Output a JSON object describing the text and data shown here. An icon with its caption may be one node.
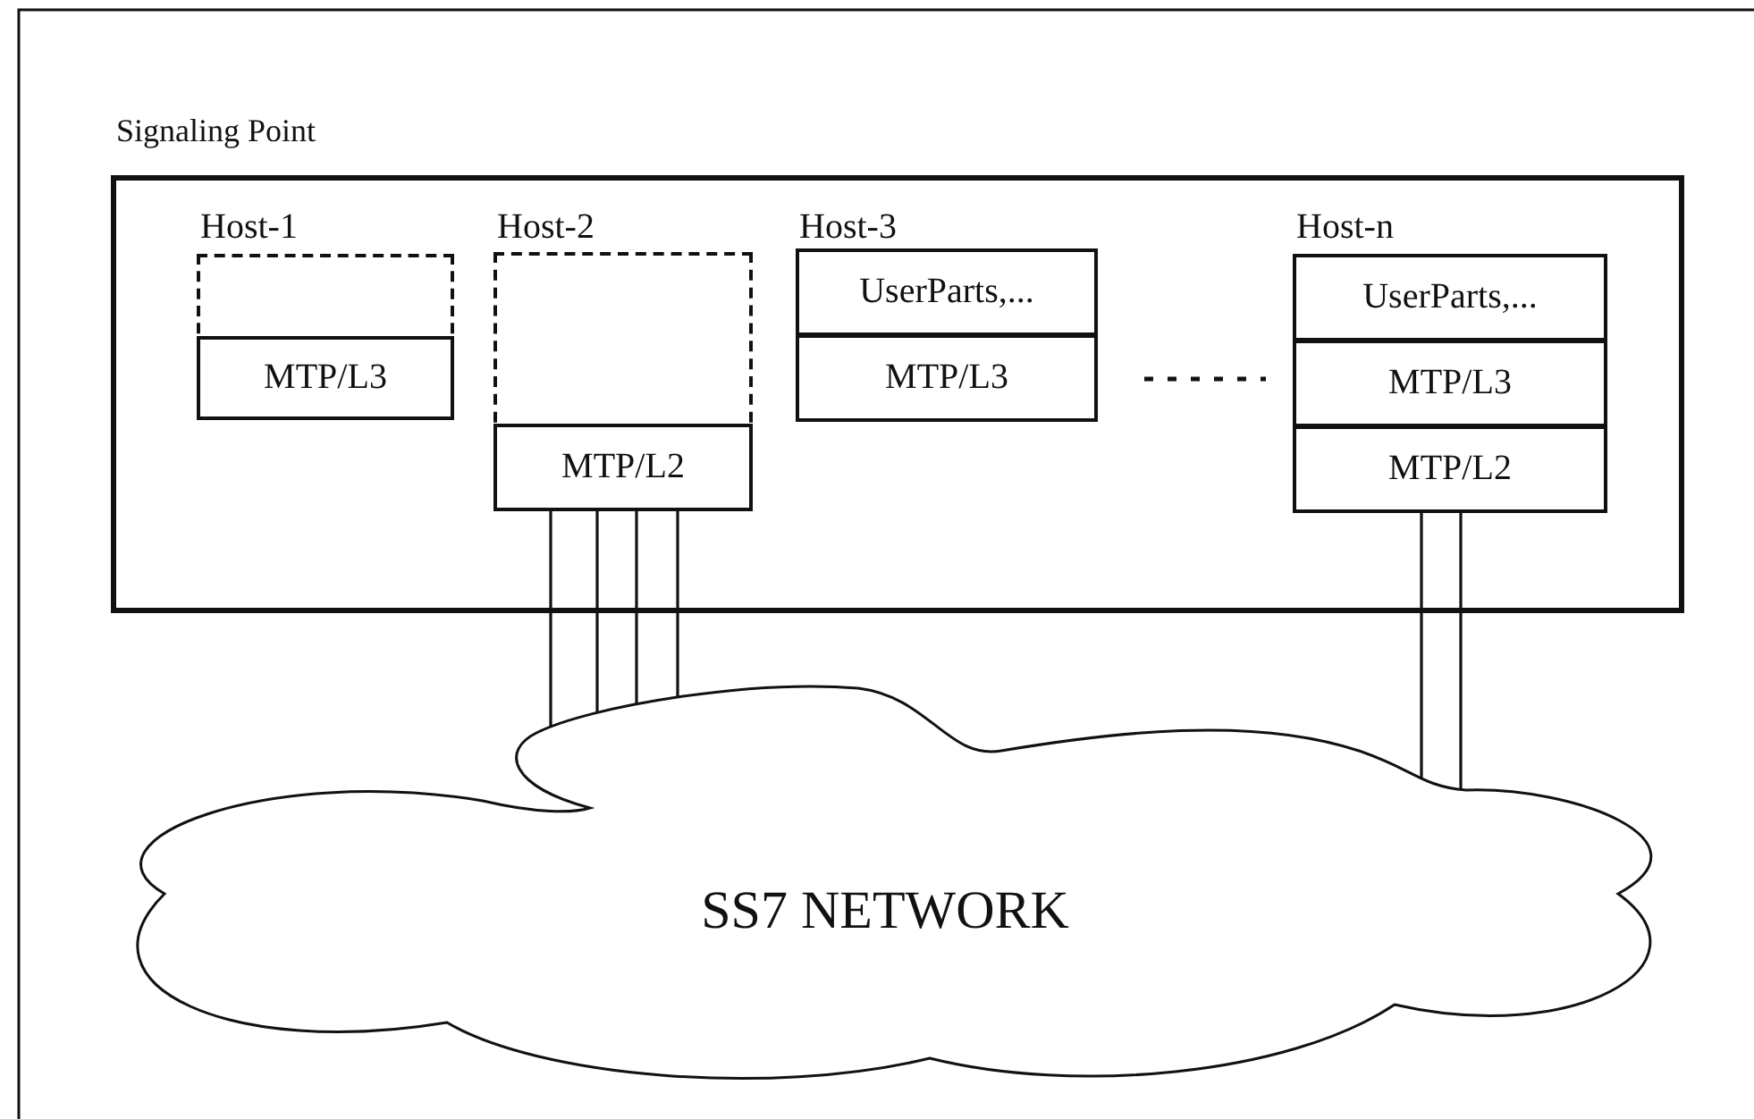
{
  "diagram": {
    "nodes": [
      {
        "text": [
          "Signaling Point"
        ]
      },
      {
        "text": [
          "Host-1"
        ],
        "in": 0
      },
      {
        "text": [
          "MTP/L3"
        ],
        "in": 1
      },
      {
        "text": [
          "Host-2"
        ],
        "in": 0
      },
      {
        "text": [
          "MTP/L2"
        ],
        "in": 3
      },
      {
        "text": [
          "Host-3"
        ],
        "in": 0
      },
      {
        "text": [
          "UserParts,..."
        ],
        "in": 5
      },
      {
        "text": [
          "MTP/L3"
        ],
        "in": 5
      },
      {
        "text": [
          "Host-n"
        ],
        "in": 0
      },
      {
        "text": [
          "UserParts,..."
        ],
        "in": 8
      },
      {
        "text": [
          "MTP/L3"
        ],
        "in": 8
      },
      {
        "text": [
          "MTP/L2"
        ],
        "in": 8
      },
      {
        "text": [
          "SS7 NETWORK"
        ]
      }
    ],
    "edges": [
      {
        "from": 4,
        "to": 12,
        "arrow": "none"
      },
      {
        "from": 4,
        "to": 12,
        "arrow": "none"
      },
      {
        "from": 4,
        "to": 12,
        "arrow": "none"
      },
      {
        "from": 4,
        "to": 12,
        "arrow": "none"
      },
      {
        "from": 11,
        "to": 12,
        "arrow": "none"
      },
      {
        "from": 11,
        "to": 12,
        "arrow": "none"
      }
    ]
  }
}
